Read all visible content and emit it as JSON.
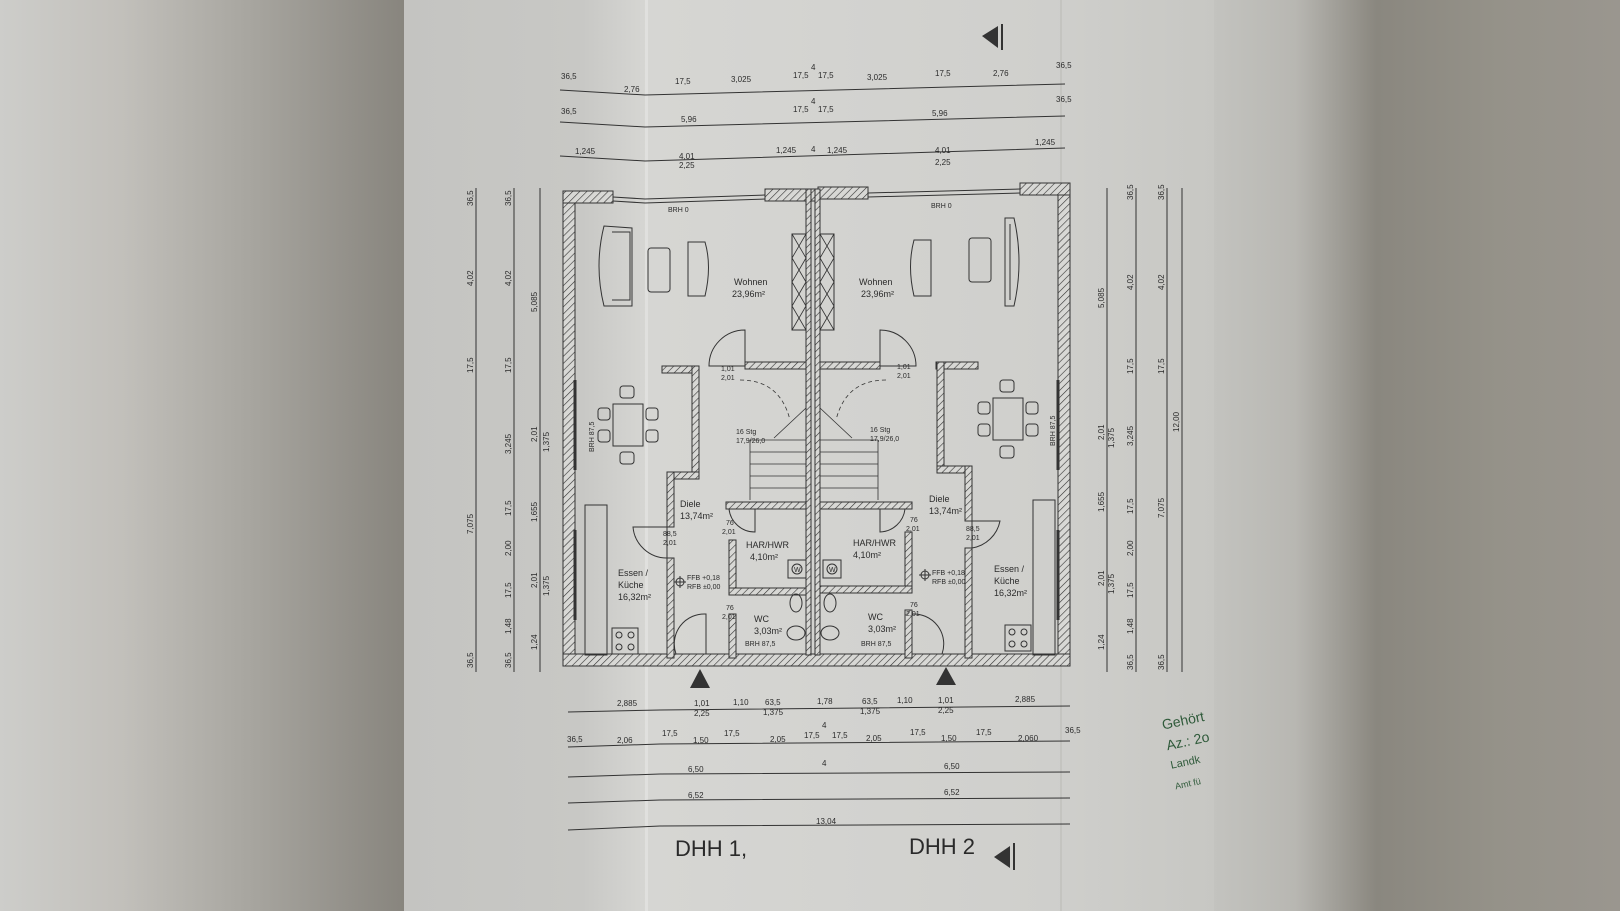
{
  "drawing": {
    "type": "floor plan (ground floor), semi-detached houses",
    "units": [
      {
        "name": "DHH 1,",
        "rooms": [
          {
            "name": "Wohnen",
            "area": "23,96m²"
          },
          {
            "name": "Essen / Küche",
            "line1": "Essen /",
            "line2": "Küche",
            "area": "16,32m²"
          },
          {
            "name": "Diele",
            "area": "13,74m²"
          },
          {
            "name": "HAR/HWR",
            "area": "4,10m²"
          },
          {
            "name": "WC",
            "area": "3,03m²"
          }
        ]
      },
      {
        "name": "DHH 2",
        "rooms": [
          {
            "name": "Wohnen",
            "area": "23,96m²"
          },
          {
            "name": "Essen / Küche",
            "line1": "Essen /",
            "line2": "Küche",
            "area": "16,32m²"
          },
          {
            "name": "Diele",
            "area": "13,74m²"
          },
          {
            "name": "HAR/HWR",
            "area": "4,10m²"
          },
          {
            "name": "WC",
            "area": "3,03m²"
          }
        ]
      }
    ],
    "annotations": {
      "brh_window_top": "BRH 0",
      "brh_dining": "BRH 87,5",
      "brh_wc": "BRH 87,5",
      "stair_steps": "16 Stg",
      "stair_ratio": "17,9/26,0",
      "ffb": "FFB +0,18",
      "rfb": "RFB ±0,00",
      "door_living": {
        "w": "1,01",
        "h": "2,01"
      },
      "door_kitchen": {
        "w": "88,5",
        "h": "2,01"
      },
      "door_har": {
        "w": "76",
        "h": "2,01"
      },
      "door_wc": {
        "w": "76",
        "h": "2,01"
      },
      "washer_symbol": "W"
    },
    "dimensions_top": {
      "row1": [
        "36,5",
        "2,76",
        "17,5",
        "3,025",
        "17,5",
        "4",
        "17,5",
        "3,025",
        "17,5",
        "2,76",
        "36,5"
      ],
      "row2": [
        "36,5",
        "5,96",
        "17,5",
        "4",
        "17,5",
        "5,96",
        "36,5"
      ],
      "row3": [
        "1,245",
        "4,01",
        "2,25",
        "1,245",
        "4",
        "1,245",
        "4,01",
        "2,25",
        "1,245"
      ]
    },
    "dimensions_bottom": {
      "row1": [
        "2,885",
        "1,01",
        "2,25",
        "1,10",
        "63,5",
        "1,375",
        "1,78",
        "63,5",
        "1,375",
        "1,10",
        "1,01",
        "2,25",
        "2,885"
      ],
      "row2": [
        "36,5",
        "2,06",
        "17,5",
        "1,50",
        "17,5",
        "2,05",
        "17,5",
        "4",
        "17,5",
        "2,05",
        "17,5",
        "1,50",
        "17,5",
        "2,060",
        "36,5"
      ],
      "row3": [
        "6,50",
        "4",
        "6,50"
      ],
      "row4": [
        "6,52",
        "6,52"
      ],
      "row5": [
        "13,04"
      ]
    },
    "dimensions_left": {
      "outer": [
        "36,5",
        "4,02",
        "17,5",
        "7,075",
        "36,5"
      ],
      "middle": [
        "36,5",
        "4,02",
        "17,5",
        "3,245",
        "17,5",
        "2,00",
        "17,5",
        "1,48",
        "36,5"
      ],
      "inner": [
        "5,085",
        "2,01",
        "1,375",
        "1,655",
        "2,01",
        "1,375",
        "1,24"
      ]
    },
    "dimensions_right": {
      "inner": [
        "5,085",
        "2,01",
        "1,375",
        "1,655",
        "2,01",
        "1,375",
        "1,24"
      ],
      "middle": [
        "36,5",
        "4,02",
        "17,5",
        "3,245",
        "17,5",
        "2,00",
        "17,5",
        "1,48",
        "36,5"
      ],
      "outer": [
        "36,5",
        "4,02",
        "17,5",
        "7,075",
        "36,5"
      ],
      "total": "12,00"
    },
    "stamp": {
      "line1": "Gehört",
      "line2": "Az.: 2o",
      "line3": "Landk",
      "line4": "Amt fü"
    }
  },
  "colors": {
    "ink": "#2b2b2b",
    "paper": "#d2d2cf",
    "background": "#8e8b85",
    "stamp_green": "#2f5a3a"
  }
}
